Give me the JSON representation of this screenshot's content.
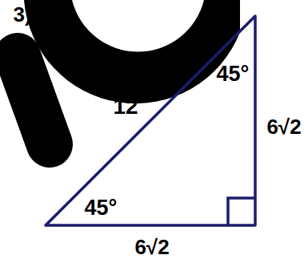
{
  "diagram": {
    "labels": [
      "3)",
      "45°",
      "45°",
      "12",
      "6√2",
      "6√2"
    ]
  }
}
